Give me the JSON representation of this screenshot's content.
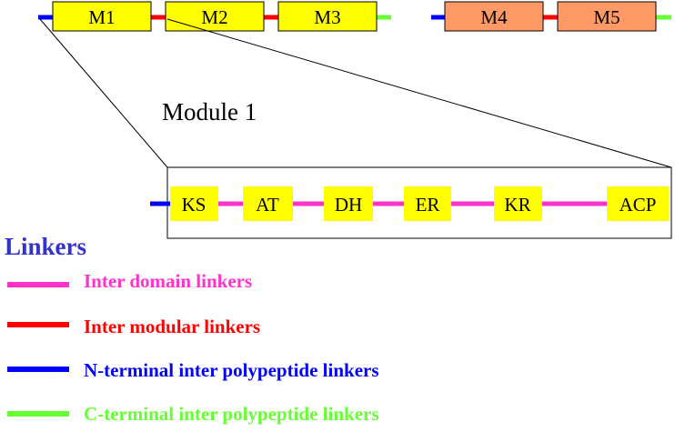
{
  "diagram": {
    "top_modules": [
      {
        "label": "M1",
        "color": "#ffff00"
      },
      {
        "label": "M2",
        "color": "#ffff00"
      },
      {
        "label": "M3",
        "color": "#ffff00"
      },
      {
        "label": "M4",
        "color": "#ff9966"
      },
      {
        "label": "M5",
        "color": "#ff9966"
      }
    ],
    "module_title": "Module 1",
    "domains": [
      {
        "label": "KS"
      },
      {
        "label": "AT"
      },
      {
        "label": "DH"
      },
      {
        "label": "ER"
      },
      {
        "label": "KR"
      },
      {
        "label": "ACP"
      }
    ]
  },
  "legend": {
    "title": "Linkers",
    "title_color": "#3333cc",
    "items": [
      {
        "label": "Inter domain linkers",
        "color": "#ff33cc"
      },
      {
        "label": "Inter modular linkers",
        "color": "#ff0000"
      },
      {
        "label": "N-terminal inter polypeptide linkers",
        "color": "#0000ff"
      },
      {
        "label": "C-terminal inter polypeptide linkers",
        "color": "#66ff33"
      }
    ]
  },
  "colors": {
    "inter_domain": "#ff33cc",
    "inter_modular": "#ff0000",
    "n_terminal": "#0000ff",
    "c_terminal": "#66ff33",
    "module_yellow": "#ffff00",
    "module_orange": "#ff9966"
  }
}
